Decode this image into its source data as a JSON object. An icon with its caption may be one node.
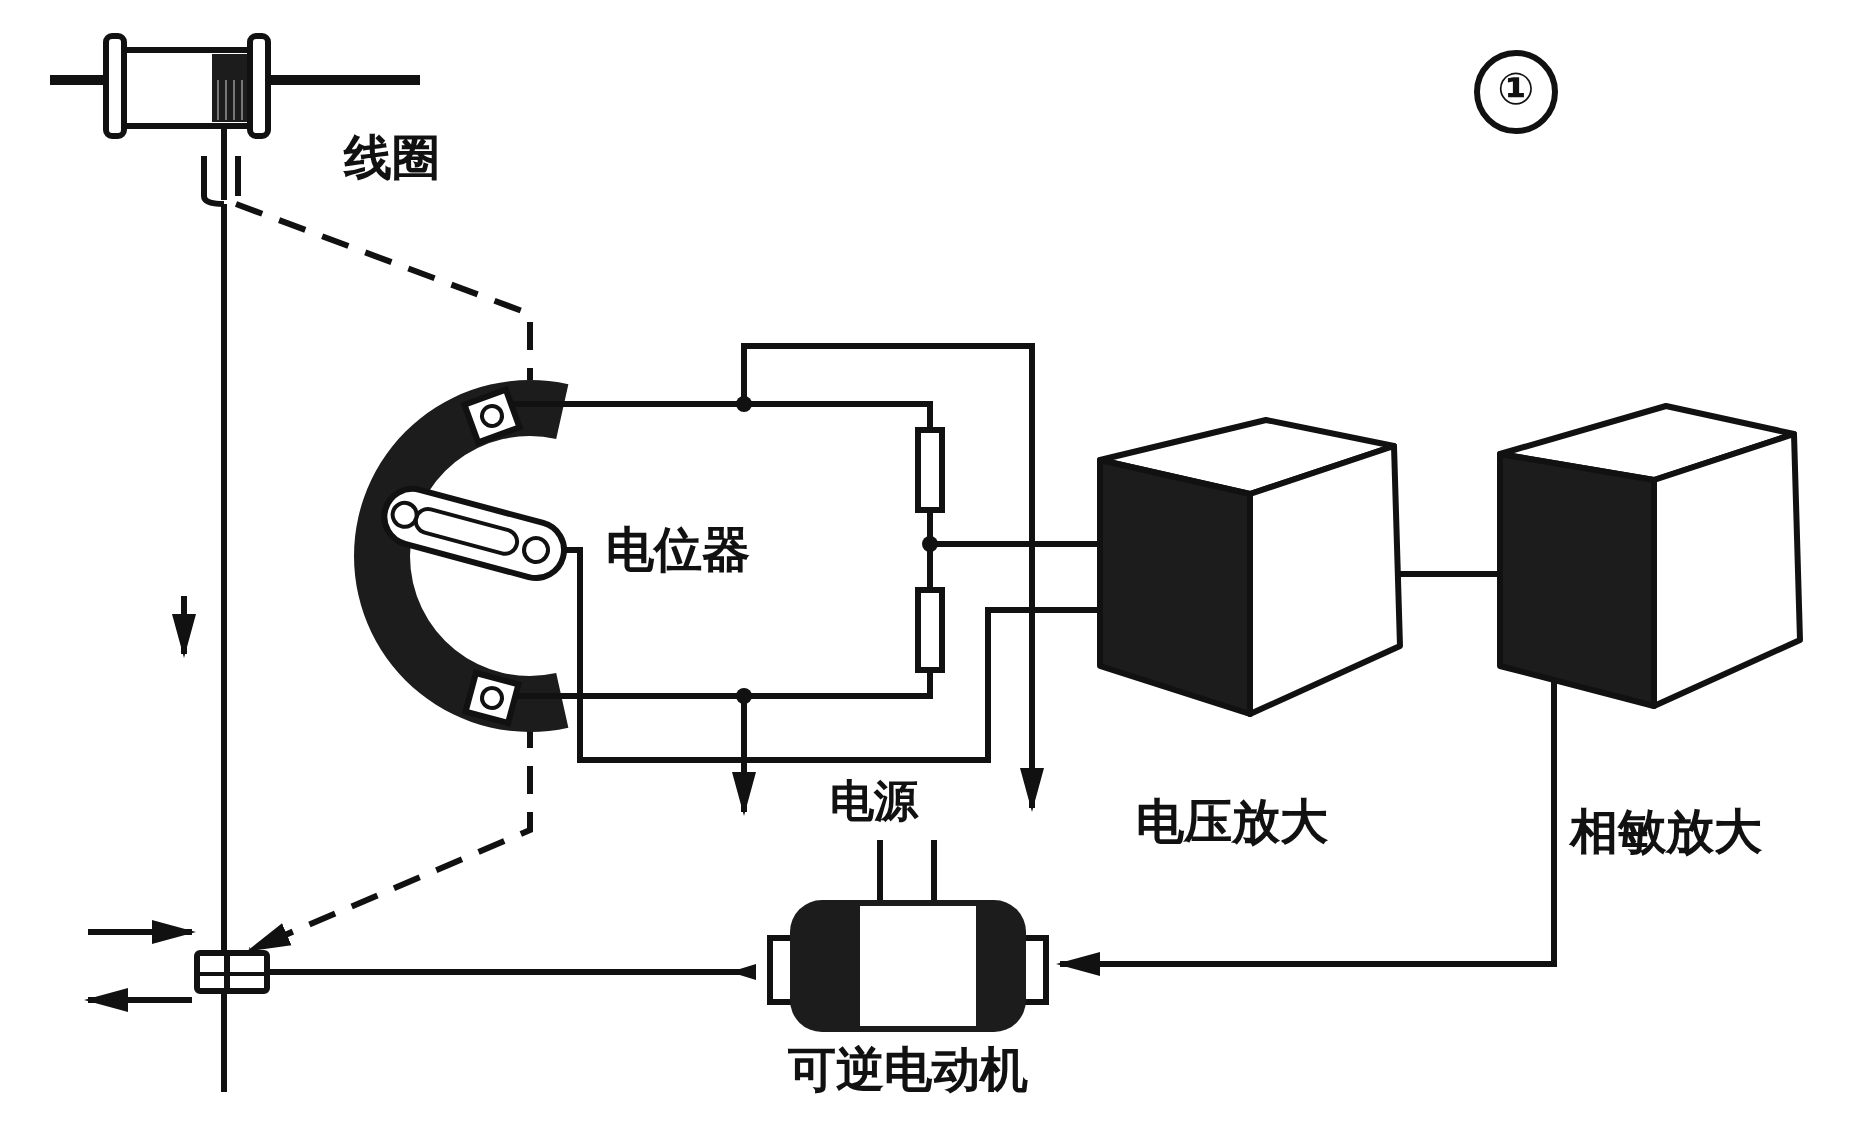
{
  "diagram": {
    "nodes": [
      {
        "text": [
          "线圈"
        ]
      },
      {
        "text": [
          "电位器"
        ]
      },
      {
        "text": [
          "电压放大"
        ]
      },
      {
        "text": [
          "相敏放大"
        ]
      },
      {
        "text": [
          "可逆电动机"
        ]
      },
      {
        "text": [],
        "shape": "box"
      }
    ],
    "edges": [
      {
        "from": 0,
        "to": 5,
        "arrow": "none"
      },
      {
        "from": 0,
        "to": 1,
        "arrow": "none",
        "style": "dashed"
      },
      {
        "from": 1,
        "to": 5,
        "arrow": "to",
        "style": "dashed"
      },
      {
        "from": 1,
        "to": 2,
        "arrow": "none"
      },
      {
        "from": 1,
        "to": 2,
        "arrow": "none"
      },
      {
        "from": 1,
        "to": null,
        "arrow": "to"
      },
      {
        "from": 1,
        "to": null,
        "arrow": "to"
      },
      {
        "from": 2,
        "to": 3,
        "arrow": "none"
      },
      {
        "from": 3,
        "to": 4,
        "arrow": "to"
      },
      {
        "from": 4,
        "to": 5,
        "arrow": "none"
      }
    ],
    "labels": [
      "①",
      "电源"
    ]
  }
}
